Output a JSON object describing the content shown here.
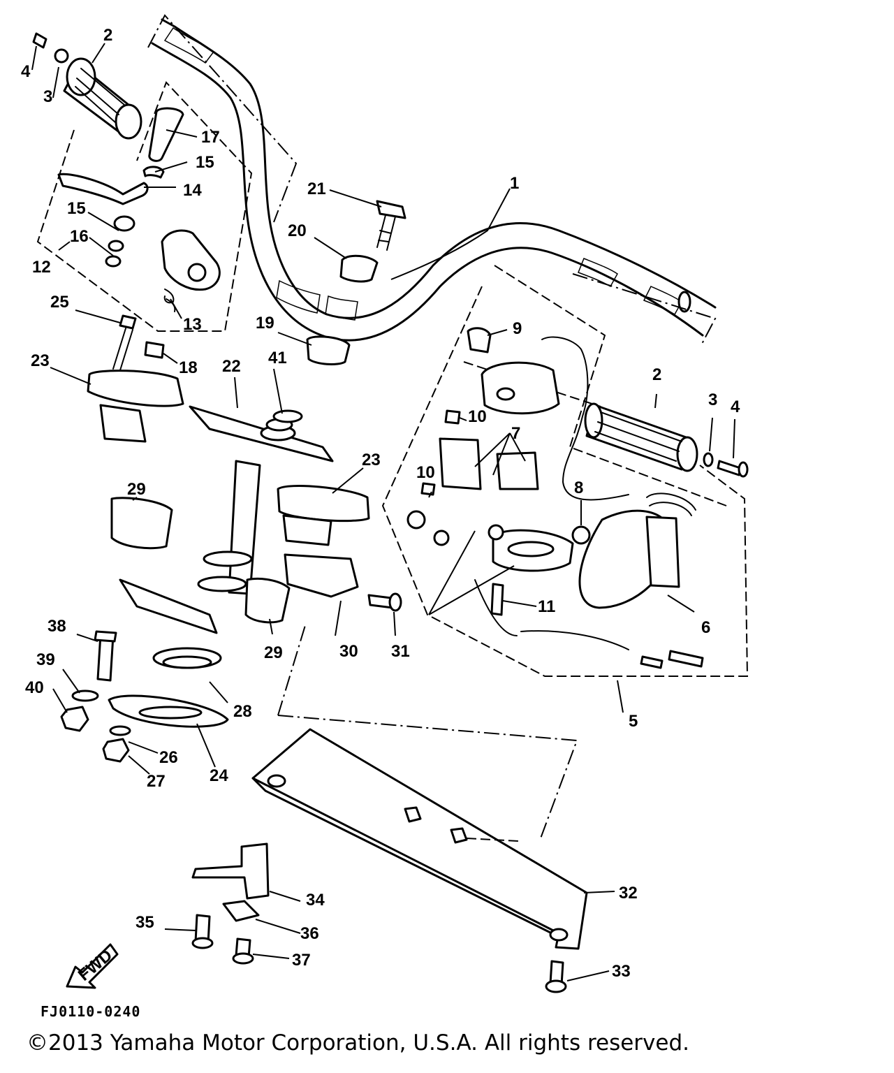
{
  "drawing_code": "FJ0110-0240",
  "copyright": "©2013 Yamaha Motor Corporation, U.S.A. All rights reserved.",
  "direction_marker": "FWD",
  "part_callouts": [
    "1",
    "2",
    "3",
    "4",
    "5",
    "6",
    "7",
    "8",
    "9",
    "10",
    "11",
    "12",
    "13",
    "14",
    "15",
    "16",
    "17",
    "18",
    "19",
    "20",
    "21",
    "22",
    "23",
    "24",
    "25",
    "26",
    "27",
    "28",
    "29",
    "30",
    "31",
    "32",
    "33",
    "34",
    "35",
    "36",
    "37",
    "38",
    "39",
    "40",
    "41"
  ]
}
